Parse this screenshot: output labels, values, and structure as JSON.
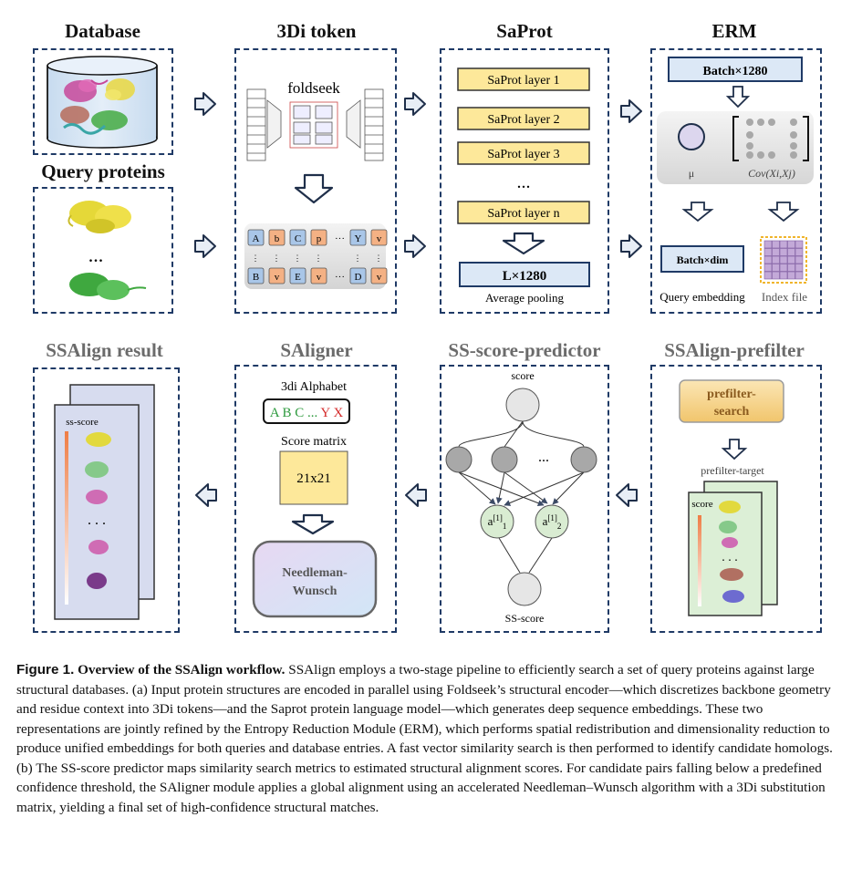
{
  "top_row": {
    "database_title": "Database",
    "query_title": "Query proteins",
    "token_title": "3Di token",
    "saprot_title": "SaProt",
    "erm_title": "ERM"
  },
  "bottom_row": {
    "result_title": "SSAlign result",
    "saligner_title": "SAligner",
    "predictor_title": "SS-score-predictor",
    "prefilter_title": "SSAlign-prefilter"
  },
  "token_panel": {
    "foldseek_label": "foldseek",
    "row1": [
      "A",
      "b",
      "C",
      "p",
      "···",
      "Y",
      "v"
    ],
    "row2": [
      "B",
      "v",
      "E",
      "v",
      "···",
      "D",
      "v"
    ],
    "ellipsis": "···"
  },
  "saprot_panel": {
    "layers": [
      "SaProt layer 1",
      "SaProt layer 2",
      "SaProt layer 3",
      "SaProt layer n"
    ],
    "dots": "...",
    "output_dim": "L×1280",
    "pooling_label": "Average pooling"
  },
  "erm_panel": {
    "batch_in": "Batch×1280",
    "mu": "μ",
    "cov": "Cov(Xi,Xj)",
    "batch_out": "Batch×dim",
    "query_embedding": "Query embedding",
    "index_file": "Index file"
  },
  "query_panel": {
    "dots": "..."
  },
  "prefilter_panel": {
    "button": "prefilter-search",
    "target_label": "prefilter-target",
    "score_label": "score"
  },
  "predictor_panel": {
    "score_label": "score",
    "ss_score_label": "SS-score",
    "dots": "...",
    "node_a1": "a[1]1",
    "node_a2": "a[1]2"
  },
  "saligner_panel": {
    "alphabet_label": "3di Alphabet",
    "alphabet_letters": [
      {
        "ch": "A",
        "color": "#2e9a3e"
      },
      {
        "ch": "B",
        "color": "#2e9a3e"
      },
      {
        "ch": "C",
        "color": "#2e9a3e"
      },
      {
        "ch": "...",
        "color": "#2e9a3e"
      },
      {
        "ch": "Y",
        "color": "#d42a2a"
      },
      {
        "ch": "X",
        "color": "#d42a2a"
      }
    ],
    "score_matrix_label": "Score matrix",
    "matrix_size": "21x21",
    "needleman_line1": "Needleman-",
    "needleman_line2": "Wunsch"
  },
  "result_panel": {
    "score_label": "ss-score"
  },
  "caption": {
    "figure_label": "Figure 1.",
    "heading": "Overview of the SSAlign workflow.",
    "body": "SSAlign employs a two-stage pipeline to efficiently search a set of query proteins against large structural databases. (a) Input protein structures are encoded in parallel using Foldseek’s structural encoder—which discretizes backbone geometry and residue context into 3Di tokens—and the Saprot protein language model—which generates deep sequence embeddings. These two representations are jointly refined by the Entropy Reduction Module (ERM), which performs spatial redistribution and dimensionality reduction to produce unified embeddings for both queries and database entries. A fast vector similarity search is then performed to identify candidate homologs. (b) The SS-score predictor maps similarity search metrics to estimated structural alignment scores. For candidate pairs falling below a predefined confidence threshold, the SAligner module applies a global alignment using an accelerated Needleman–Wunsch algorithm with a 3Di substitution matrix, yielding a final set of high-confidence structural matches."
  },
  "colors": {
    "panel_border": "#1f3a66",
    "arrow_fill": "#e8eef6",
    "layer_fill": "#fde89a",
    "dim_fill": "#dce8f6",
    "token_blue": "#a9c6e8",
    "token_orange": "#f4b184",
    "node_gray": "#a8a8a8",
    "node_light": "#e6e6e6",
    "node_green": "#d9ecd2"
  }
}
